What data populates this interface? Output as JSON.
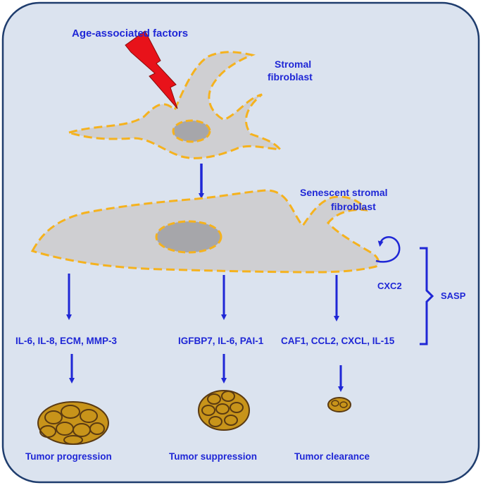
{
  "colors": {
    "panel_fill": "#dbe3ef",
    "panel_stroke": "#1f3d6e",
    "cell_fill": "#cfcfd2",
    "nucleus_fill": "#a6a6aa",
    "dash": "#f5b21e",
    "arrow": "#1f27d6",
    "label": "#1f27d6",
    "bolt": "#e8121a",
    "tumor_fill": "#c8941a",
    "tumor_dark": "#5a3a12"
  },
  "labels": {
    "age_factors": "Age-associated factors",
    "stromal_line1": "Stromal",
    "stromal_line2": "fibroblast",
    "senescent_line1": "Senescent stromal",
    "senescent_line2": "fibroblast",
    "cxc2": "CXC2",
    "sasp": "SASP",
    "factors_left": "IL-6, IL-8, ECM, MMP-3",
    "factors_mid": "IGFBP7, IL-6, PAI-1",
    "factors_right": "CAF1, CCL2, CXCL, IL-15",
    "outcome_left": "Tumor progression",
    "outcome_mid": "Tumor suppression",
    "outcome_right": "Tumor clearance"
  },
  "icons": {
    "bolt": "lightning-bolt-icon",
    "autocrine_loop": "circular-arrow-icon"
  }
}
